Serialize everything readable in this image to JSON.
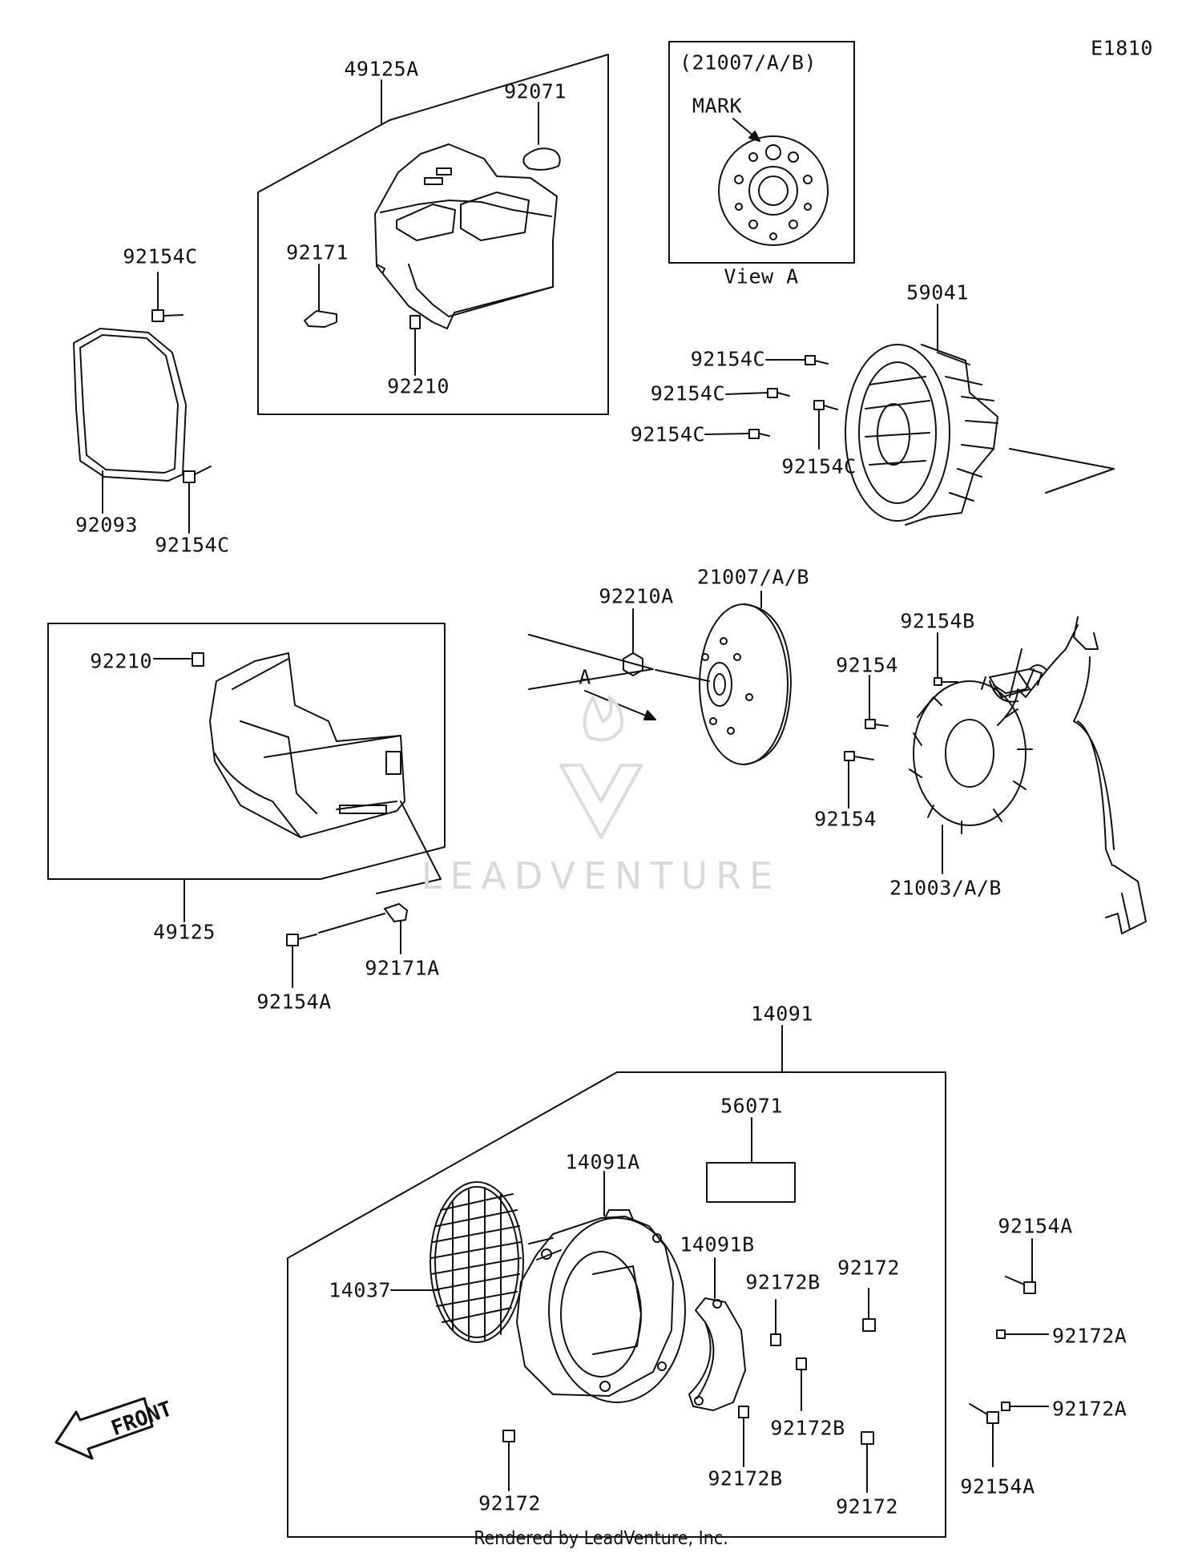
{
  "diagram_code": "E1810",
  "view_a": {
    "code": "(21007/A/B)",
    "mark": "MARK",
    "caption": "View A"
  },
  "arrow_a_label": "A",
  "front_label": "FRONT",
  "footer": "Rendered by LeadVenture, Inc.",
  "watermark": "LEADVENTURE",
  "parts": [
    {
      "id": "p49125A",
      "label": "49125A"
    },
    {
      "id": "p92071",
      "label": "92071"
    },
    {
      "id": "p92171",
      "label": "92171"
    },
    {
      "id": "p92210top",
      "label": "92210"
    },
    {
      "id": "p92154C_1",
      "label": "92154C"
    },
    {
      "id": "p92093",
      "label": "92093"
    },
    {
      "id": "p92154C_2",
      "label": "92154C"
    },
    {
      "id": "p59041",
      "label": "59041"
    },
    {
      "id": "p92154C_3",
      "label": "92154C"
    },
    {
      "id": "p92154C_4",
      "label": "92154C"
    },
    {
      "id": "p92154C_5",
      "label": "92154C"
    },
    {
      "id": "p92154C_6",
      "label": "92154C"
    },
    {
      "id": "p92210A",
      "label": "92210A"
    },
    {
      "id": "p21007",
      "label": "21007/A/B"
    },
    {
      "id": "p92154B",
      "label": "92154B"
    },
    {
      "id": "p92154_1",
      "label": "92154"
    },
    {
      "id": "p92154_2",
      "label": "92154"
    },
    {
      "id": "p21003",
      "label": "21003/A/B"
    },
    {
      "id": "p92210mid",
      "label": "92210"
    },
    {
      "id": "p49125",
      "label": "49125"
    },
    {
      "id": "p92154A_1",
      "label": "92154A"
    },
    {
      "id": "p92171A",
      "label": "92171A"
    },
    {
      "id": "p14091",
      "label": "14091"
    },
    {
      "id": "p56071",
      "label": "56071"
    },
    {
      "id": "p14091A",
      "label": "14091A"
    },
    {
      "id": "p14091B",
      "label": "14091B"
    },
    {
      "id": "p14037",
      "label": "14037"
    },
    {
      "id": "p92172B_1",
      "label": "92172B"
    },
    {
      "id": "p92172_1",
      "label": "92172"
    },
    {
      "id": "p92172B_2",
      "label": "92172B"
    },
    {
      "id": "p92172B_3",
      "label": "92172B"
    },
    {
      "id": "p92172_2",
      "label": "92172"
    },
    {
      "id": "p92172_3",
      "label": "92172"
    },
    {
      "id": "p92154A_2",
      "label": "92154A"
    },
    {
      "id": "p92172A_1",
      "label": "92172A"
    },
    {
      "id": "p92172A_2",
      "label": "92172A"
    },
    {
      "id": "p92154A_3",
      "label": "92154A"
    }
  ]
}
